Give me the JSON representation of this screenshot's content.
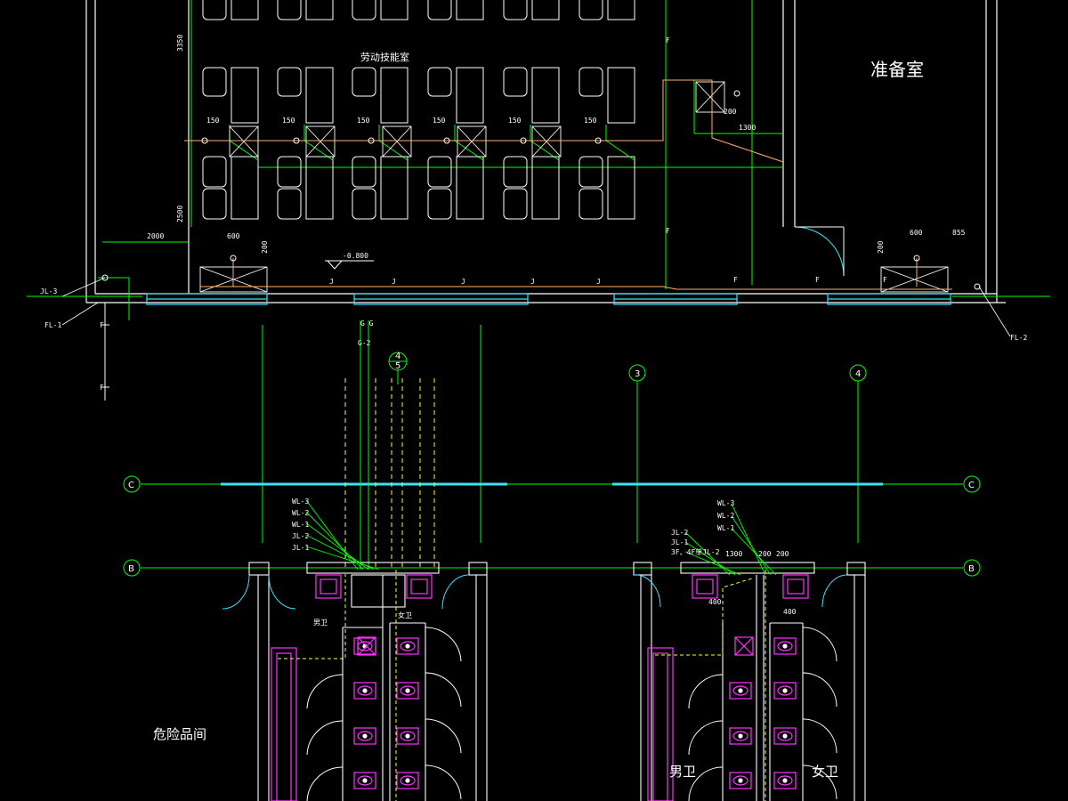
{
  "rooms": {
    "labor_classroom": "劳动技能室",
    "prep_room": "准备室",
    "hazmat_room": "危险品间",
    "mens_wc_left": "男卫",
    "womens_wc_left": "女卫",
    "mens_wc_right": "男卫",
    "womens_wc_right": "女卫"
  },
  "dimensions": {
    "d3350": "3350",
    "d2500": "2500",
    "d2000": "2000",
    "d600_left": "600",
    "d200_left": "200",
    "d150": "150",
    "d200_top": "200",
    "d1300": "1300",
    "d600_right": "600",
    "d855": "855",
    "d200_right": "200",
    "level": "-0.800",
    "d1300_wc": "1300",
    "d200_wc_a": "200",
    "d200_wc_b": "200",
    "d400_a": "400",
    "d400_b": "400"
  },
  "pipes": {
    "jl3": "JL-3",
    "fl1": "FL-1",
    "fl2": "FL-2",
    "f_tag": "F",
    "j_tag": "J",
    "g2": "G-2",
    "top_tag": "G G",
    "left_stack": [
      "WL-3",
      "WL-2",
      "WL-1",
      "JL-2",
      "JL-1"
    ],
    "right_stack_a": [
      "WL-3",
      "WL-2",
      "WL-1"
    ],
    "right_stack_b": [
      "JL-2",
      "JL-1",
      "3F、4F单JL-2"
    ]
  },
  "grid": {
    "row_c": "C",
    "row_b": "B",
    "col_3": "3",
    "col_4": "4",
    "section_top": "4",
    "section_bottom": "5"
  },
  "colors": {
    "background": "#000000",
    "wall": "#ffffff",
    "grid": "#00ff00",
    "water_pipe": "#ffb070",
    "drain_pipe": "#ffff33",
    "glazing": "#33e5ff",
    "fixture": "#ff33ff",
    "label": "#ffffff"
  }
}
